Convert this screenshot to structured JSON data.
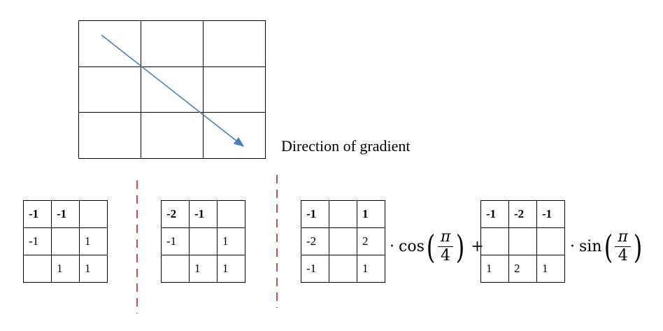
{
  "caption": "Direction of gradient",
  "colors": {
    "arrow": "#4a7ebb",
    "divider": "#c0504d"
  },
  "kernels": [
    {
      "rows": [
        [
          "-1",
          "-1",
          ""
        ],
        [
          "-1",
          "",
          "1"
        ],
        [
          "",
          "1",
          "1"
        ]
      ],
      "bold": [
        [
          true,
          true,
          false
        ],
        [
          false,
          false,
          false
        ],
        [
          false,
          false,
          false
        ]
      ]
    },
    {
      "rows": [
        [
          "-2",
          "-1",
          ""
        ],
        [
          "-1",
          "",
          "1"
        ],
        [
          "",
          "1",
          "1"
        ]
      ],
      "bold": [
        [
          true,
          true,
          false
        ],
        [
          false,
          false,
          false
        ],
        [
          false,
          false,
          false
        ]
      ]
    },
    {
      "rows": [
        [
          "-1",
          "",
          "1"
        ],
        [
          "-2",
          "",
          "2"
        ],
        [
          "-1",
          "",
          "1"
        ]
      ],
      "bold": [
        [
          true,
          false,
          true
        ],
        [
          false,
          false,
          false
        ],
        [
          false,
          false,
          false
        ]
      ]
    },
    {
      "rows": [
        [
          "-1",
          "-2",
          "-1"
        ],
        [
          "",
          "",
          ""
        ],
        [
          "1",
          "2",
          "1"
        ]
      ],
      "bold": [
        [
          true,
          true,
          true
        ],
        [
          false,
          false,
          false
        ],
        [
          false,
          false,
          false
        ]
      ]
    }
  ],
  "terms": [
    {
      "dot": "·",
      "fn": "cos",
      "num": "π",
      "den": "4",
      "op": "+"
    },
    {
      "dot": "·",
      "fn": "sin",
      "num": "π",
      "den": "4",
      "op": ""
    }
  ],
  "parens": {
    "open": "(",
    "close": ")"
  }
}
